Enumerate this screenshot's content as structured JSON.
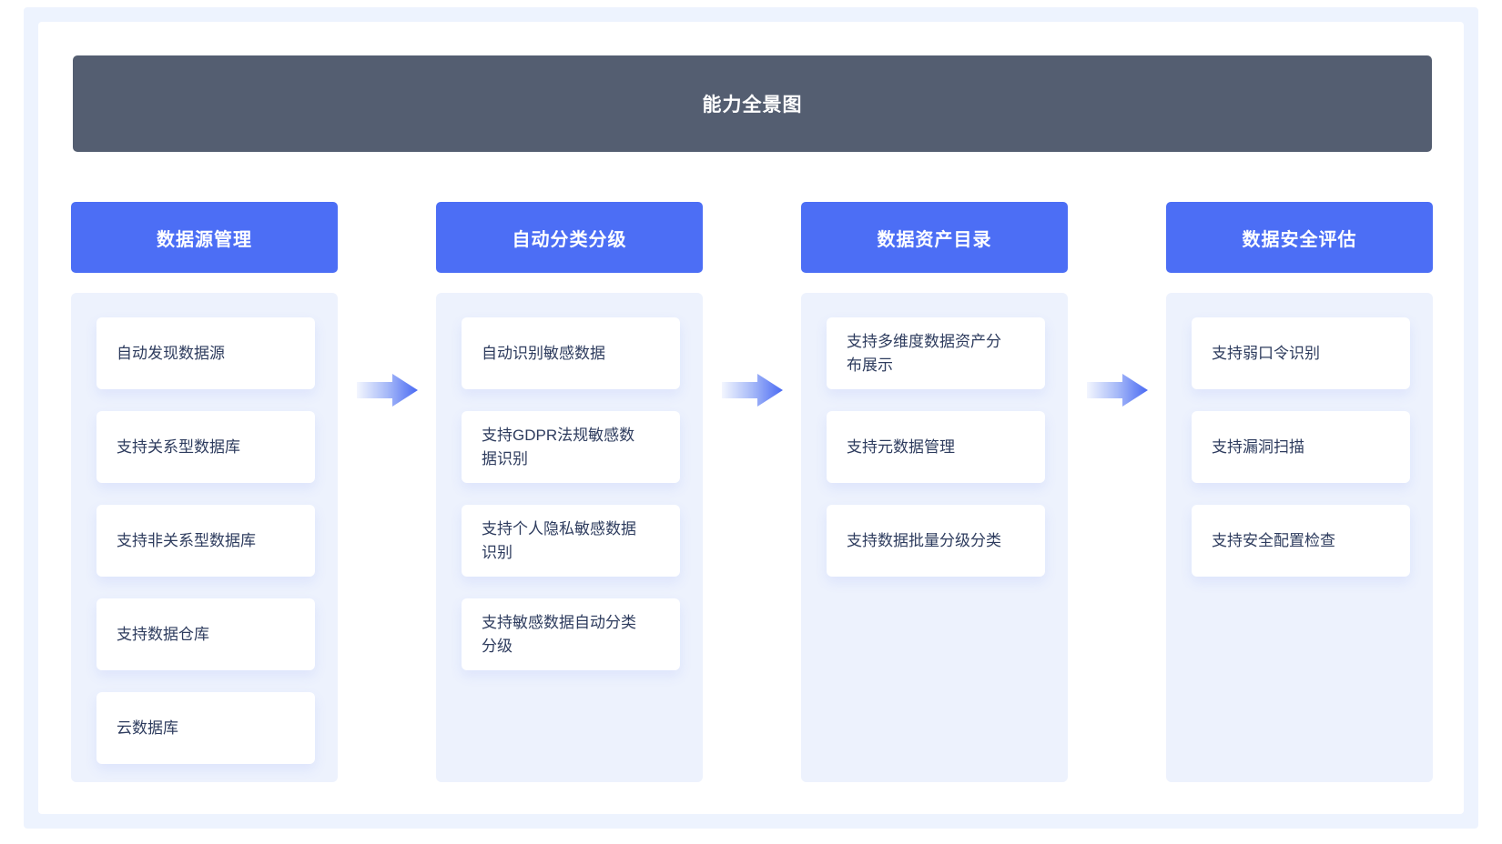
{
  "banner": {
    "title": "能力全景图"
  },
  "columns": [
    {
      "header": "数据源管理",
      "items": [
        "自动发现数据源",
        "支持关系型数据库",
        "支持非关系型数据库",
        "支持数据仓库",
        "云数据库"
      ]
    },
    {
      "header": "自动分类分级",
      "items": [
        "自动识别敏感数据",
        "支持GDPR法规敏感数据识别",
        "支持个人隐私敏感数据识别",
        "支持敏感数据自动分类分级"
      ]
    },
    {
      "header": "数据资产目录",
      "items": [
        "支持多维度数据资产分布展示",
        "支持元数据管理",
        "支持数据批量分级分类"
      ]
    },
    {
      "header": "数据安全评估",
      "items": [
        "支持弱口令识别",
        "支持漏洞扫描",
        "支持安全配置检查"
      ]
    }
  ],
  "icons": {
    "flow_arrow": "right-arrow-icon"
  },
  "colors": {
    "accent_blue": "#4c6ef5",
    "banner_slate": "#545e71",
    "panel_blue": "#edf2fd",
    "frame_blue": "#edf3fe",
    "card_text": "#2e3c5e",
    "header_text": "#ffffff",
    "arrow_tail": "#f3f6fe",
    "arrow_tip": "#4a6af3"
  }
}
